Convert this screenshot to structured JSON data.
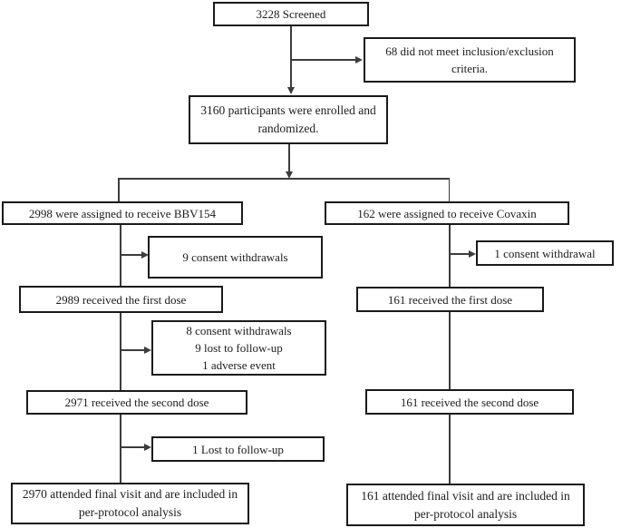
{
  "diagram_title": "participant-flow-diagram",
  "colors": {
    "border": "#1a1a1a",
    "line": "#3c3c3c",
    "text": "#1c1c1c",
    "background": "#ffffff"
  },
  "nodes": {
    "screened": {
      "text": "3228 Screened"
    },
    "excluded": {
      "text": "68 did not meet inclusion/exclusion criteria."
    },
    "enrolled": {
      "text": "3160 participants were enrolled and randomized."
    },
    "arm1_assigned": {
      "text": "2998 were assigned to receive BBV154"
    },
    "arm2_assigned": {
      "text": "162 were assigned to receive Covaxin"
    },
    "arm1_withdrawal": {
      "text": "9 consent withdrawals"
    },
    "arm2_withdrawal": {
      "text": "1 consent withdrawal"
    },
    "arm1_first_dose": {
      "text": "2989 received the first dose"
    },
    "arm2_first_dose": {
      "text": "161 received the first dose"
    },
    "arm1_second_dropouts": {
      "lines": [
        "8 consent withdrawals",
        "9 lost to follow-up",
        "1 adverse event"
      ]
    },
    "arm1_second_dose": {
      "text": "2971 received the second dose"
    },
    "arm2_second_dose": {
      "text": "161 received the second dose"
    },
    "arm1_lost_followup": {
      "text": "1 Lost to follow-up"
    },
    "arm1_final": {
      "text": "2970 attended final visit and are included in per-protocol analysis"
    },
    "arm2_final": {
      "text": "161 attended final visit and are included in per-protocol analysis"
    }
  }
}
